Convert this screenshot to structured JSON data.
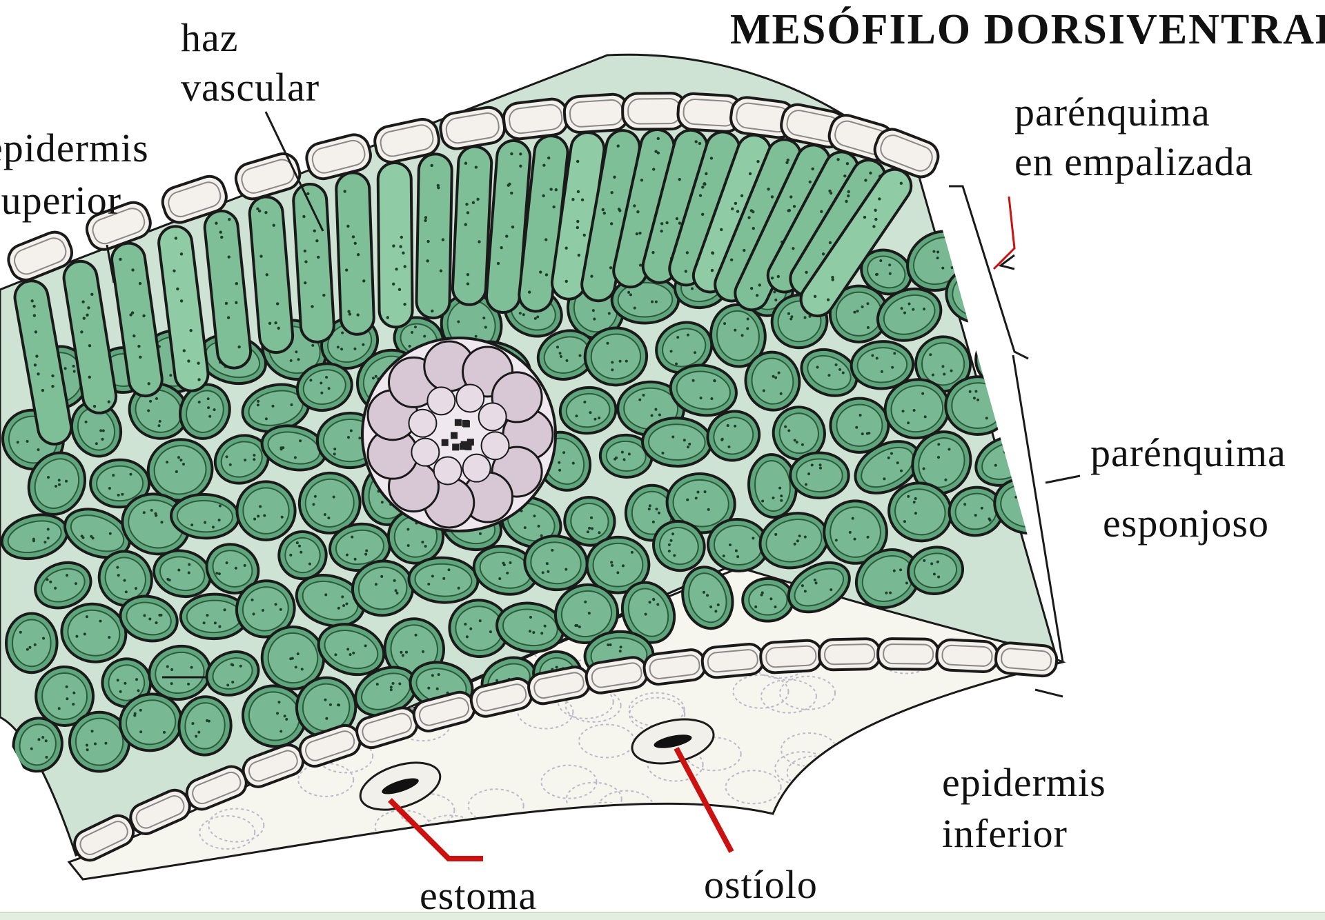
{
  "title": "MESÓFILO DORSIVENTRAL",
  "labels": {
    "haz_line1": "haz",
    "haz_line2": "vascular",
    "epi_sup_line1": "epidermis",
    "epi_sup_line2": "superior",
    "empal_line1": "parénquima",
    "empal_line2": "en empalizada",
    "espon_line1": "parénquima",
    "espon_line2": "esponjoso",
    "epi_inf_line1": "epidermis",
    "epi_inf_line2": "inferior",
    "estoma": "estoma",
    "ostiolo": "ostíolo"
  },
  "colors": {
    "cell_fill": "#7fbf98",
    "cell_dark": "#4c8a64",
    "spongy_fill": "#5fa67c",
    "epidermis_fill": "#f4f1ec",
    "vascular_fill": "#d8c8d6",
    "pointer_red": "#cc1111",
    "line": "#1a1a1a",
    "lower_surface": "#f6f5ee"
  }
}
